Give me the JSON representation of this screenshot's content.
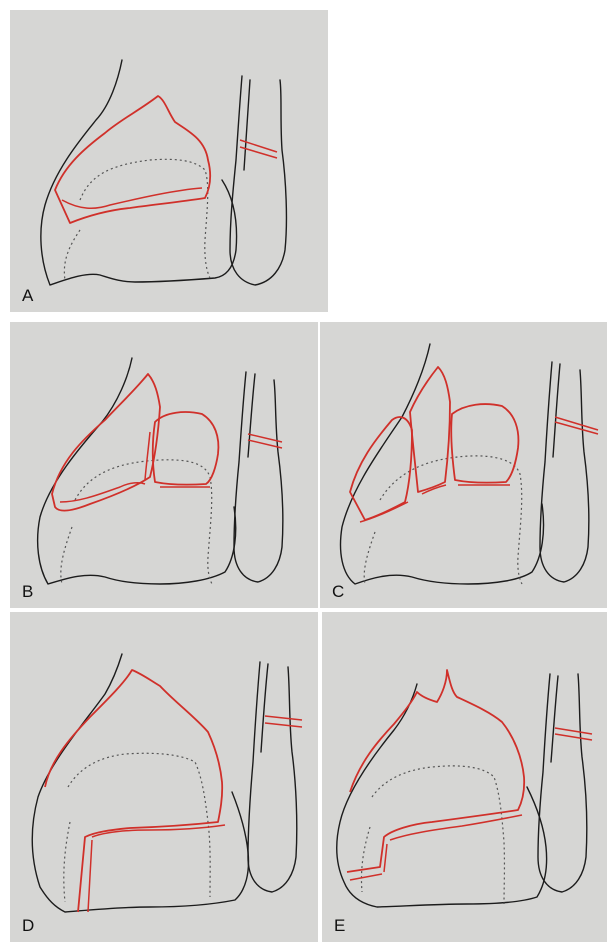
{
  "panels": [
    {
      "id": "A",
      "label": "A"
    },
    {
      "id": "B",
      "label": "B"
    },
    {
      "id": "C",
      "label": "C"
    },
    {
      "id": "D",
      "label": "D"
    },
    {
      "id": "E",
      "label": "E"
    }
  ]
}
